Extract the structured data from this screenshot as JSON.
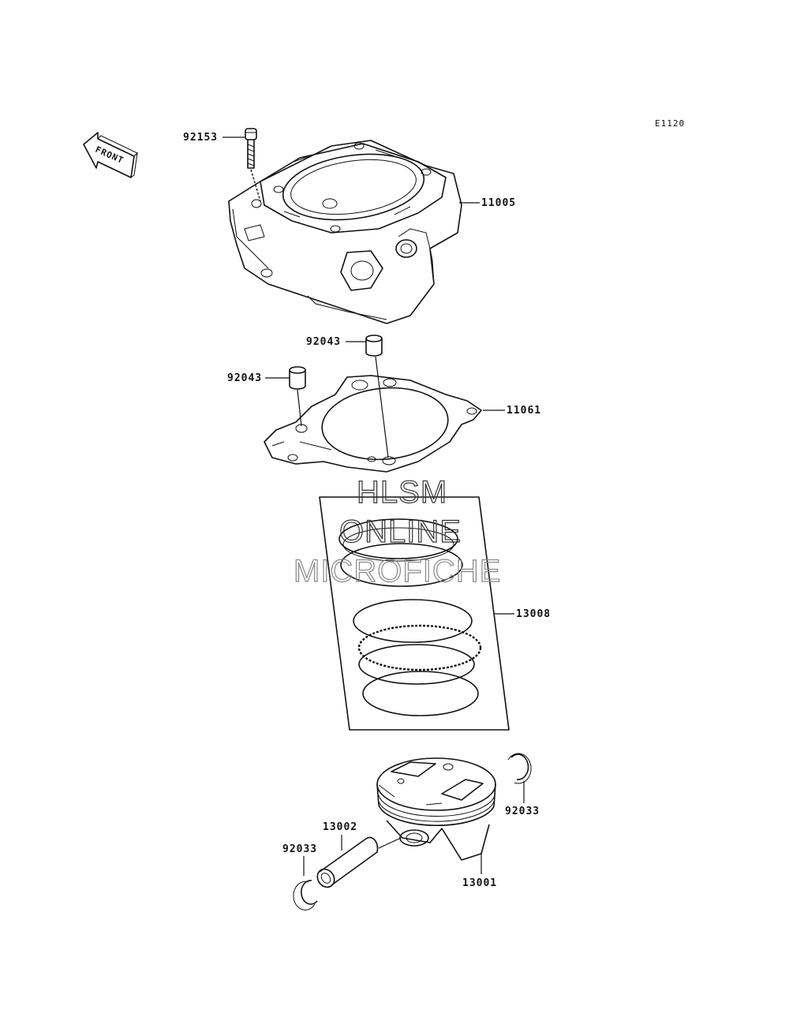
{
  "diagram_code": "E1120",
  "front_label": "FRONT",
  "watermark": [
    "HLSM",
    "ONLINE",
    "MICROFICHE"
  ],
  "parts": [
    {
      "key": "bolt",
      "number": "92153"
    },
    {
      "key": "cylinder",
      "number": "11005"
    },
    {
      "key": "dowel-upper",
      "number": "92043"
    },
    {
      "key": "dowel-lower",
      "number": "92043"
    },
    {
      "key": "gasket",
      "number": "11061"
    },
    {
      "key": "ring-set",
      "number": "13008"
    },
    {
      "key": "circlip-right",
      "number": "92033"
    },
    {
      "key": "piston-pin",
      "number": "13002"
    },
    {
      "key": "circlip-left",
      "number": "92033"
    },
    {
      "key": "piston",
      "number": "13001"
    }
  ]
}
